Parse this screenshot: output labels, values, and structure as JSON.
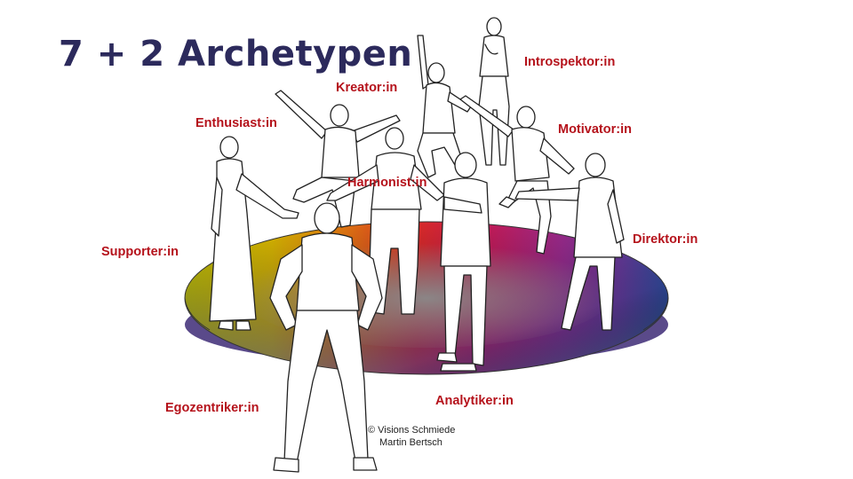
{
  "title": "7 + 2 Archetypen",
  "colors": {
    "title": "#2c2a5c",
    "label": "#b5121b"
  },
  "archetypes": [
    {
      "name": "Introspektor:in"
    },
    {
      "name": "Kreator:in"
    },
    {
      "name": "Enthusiast:in"
    },
    {
      "name": "Motivator:in"
    },
    {
      "name": "Harmonist:in"
    },
    {
      "name": "Direktor:in"
    },
    {
      "name": "Supporter:in"
    },
    {
      "name": "Egozentriker:in"
    },
    {
      "name": "Analytiker:in"
    }
  ],
  "credit": {
    "line1": "© Visions Schmiede",
    "line2": "Martin Bertsch"
  }
}
